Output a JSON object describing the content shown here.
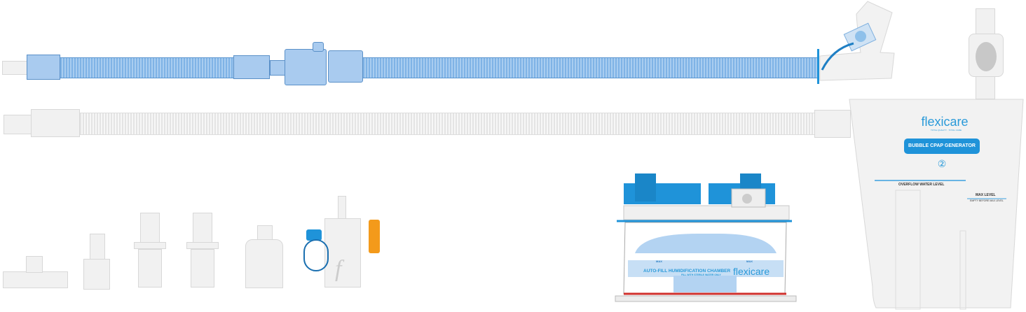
{
  "cpap_generator": {
    "brand": "flexicare",
    "tagline": "TOTAL QUALITY · TOTAL CARE",
    "title": "BUBBLE CPAP GENERATOR",
    "number_symbol": "②",
    "overflow_label": "OVERFLOW WATER LEVEL",
    "max_label": "MAX LEVEL",
    "max_sublabel": "EMPTY BEFORE MAX LEVEL"
  },
  "humidification_chamber": {
    "title": "AUTO-FILL HUMIDIFICATION CHAMBER",
    "subtitle": "FILL WITH STERILE WATER ONLY",
    "max_left": "MAX",
    "max_right": "MAX",
    "brand": "flexicare",
    "adapter_logo": "f"
  },
  "colors": {
    "tube_blue": "#7fb3e6",
    "accent_blue": "#1f93d9",
    "orange": "#f39a1b",
    "red_line": "#d0312d"
  }
}
